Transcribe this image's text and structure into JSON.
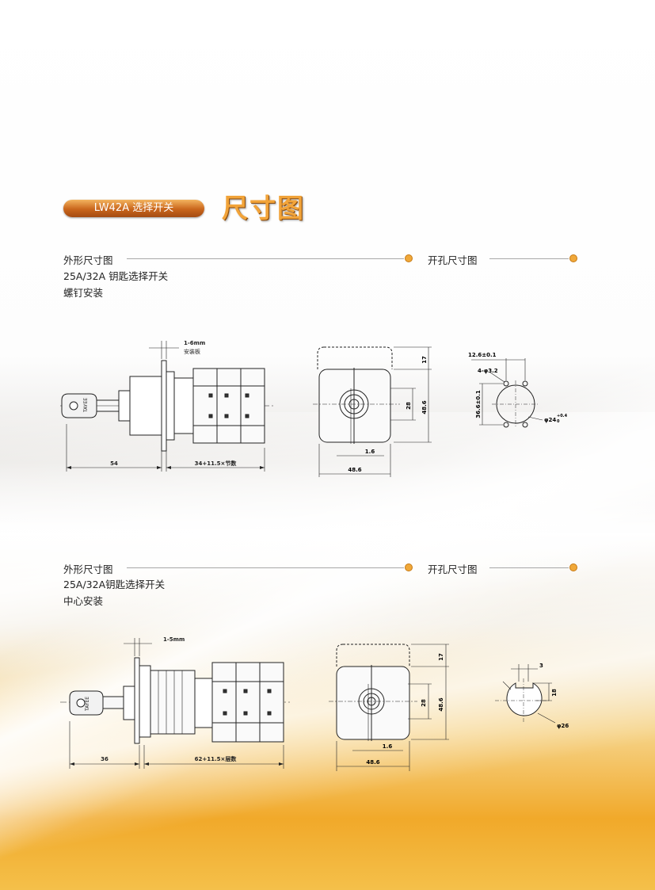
{
  "header": {
    "series_label": "LW42A 选择开关",
    "title": "尺寸图"
  },
  "sections": [
    {
      "outline_heading": "外形尺寸图",
      "product_line": "25A/32A 钥匙选择开关",
      "mount_type": "螺钉安装",
      "cutout_heading": "开孔尺寸图",
      "side_view": {
        "panel_label_1": "1-6mm",
        "panel_label_2": "安装板",
        "dim_left": "54",
        "dim_right": "34+11.5×节数",
        "logo": "TAYEE"
      },
      "front_view": {
        "dim_top": "17",
        "dim_inner_h": "28",
        "dim_outer_h": "48.6",
        "dim_offset": "1.6",
        "dim_width": "48.6"
      },
      "cutout": {
        "dim_spacing": "12.6±0.1",
        "dim_holes": "4-φ3.2",
        "dim_vertical": "36.6±0.1",
        "dim_diameter": "φ24",
        "dim_diameter_tol_top": "+0.4",
        "dim_diameter_tol_bottom": "0"
      }
    },
    {
      "outline_heading": "外形尺寸图",
      "product_line": "25A/32A钥匙选择开关",
      "mount_type": "中心安装",
      "cutout_heading": "开孔尺寸图",
      "side_view": {
        "panel_label_1": "1-5mm",
        "dim_left": "36",
        "dim_right": "62+11.5×层数",
        "logo": "TAYEE"
      },
      "front_view": {
        "dim_top": "17",
        "dim_inner_h": "28",
        "dim_outer_h": "48.6",
        "dim_offset": "1.6",
        "dim_width": "48.6"
      },
      "cutout": {
        "dim_key": "3",
        "dim_flat": "18",
        "dim_diameter": "φ26"
      }
    }
  ]
}
